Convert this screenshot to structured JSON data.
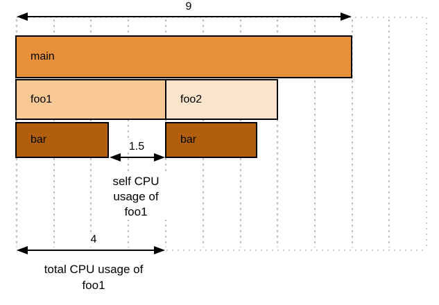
{
  "diagram": {
    "kind": "flame-graph-schematic",
    "frames": [
      {
        "id": "main",
        "label": "main",
        "depth": 0,
        "start": 0,
        "end": 9
      },
      {
        "id": "foo1",
        "label": "foo1",
        "depth": 1,
        "start": 0,
        "end": 4
      },
      {
        "id": "foo2",
        "label": "foo2",
        "depth": 1,
        "start": 4,
        "end": 7
      },
      {
        "id": "bar-left",
        "label": "bar",
        "depth": 2,
        "start": 0,
        "end": 2.5
      },
      {
        "id": "bar-right",
        "label": "bar",
        "depth": 2,
        "start": 4,
        "end": 6.5
      }
    ],
    "measurements": {
      "total_program": {
        "value": "9"
      },
      "self_foo1": {
        "value": "1.5",
        "caption_lines": [
          "self CPU",
          "usage of",
          "foo1"
        ]
      },
      "total_foo1": {
        "value": "4",
        "caption_lines": [
          "total CPU usage of",
          "foo1"
        ]
      }
    },
    "colors": {
      "main_fill": "#E8913C",
      "foo1_fill": "#F8C895",
      "foo2_fill": "#FBE3CC",
      "bar_fill": "#B25F0D",
      "frame_border": "#000000",
      "grid_dash": "#BDBDBD",
      "grid_dot": "#C8C8C8",
      "arrow": "#000000",
      "text": "#000000",
      "background": "#FFFFFF"
    }
  }
}
